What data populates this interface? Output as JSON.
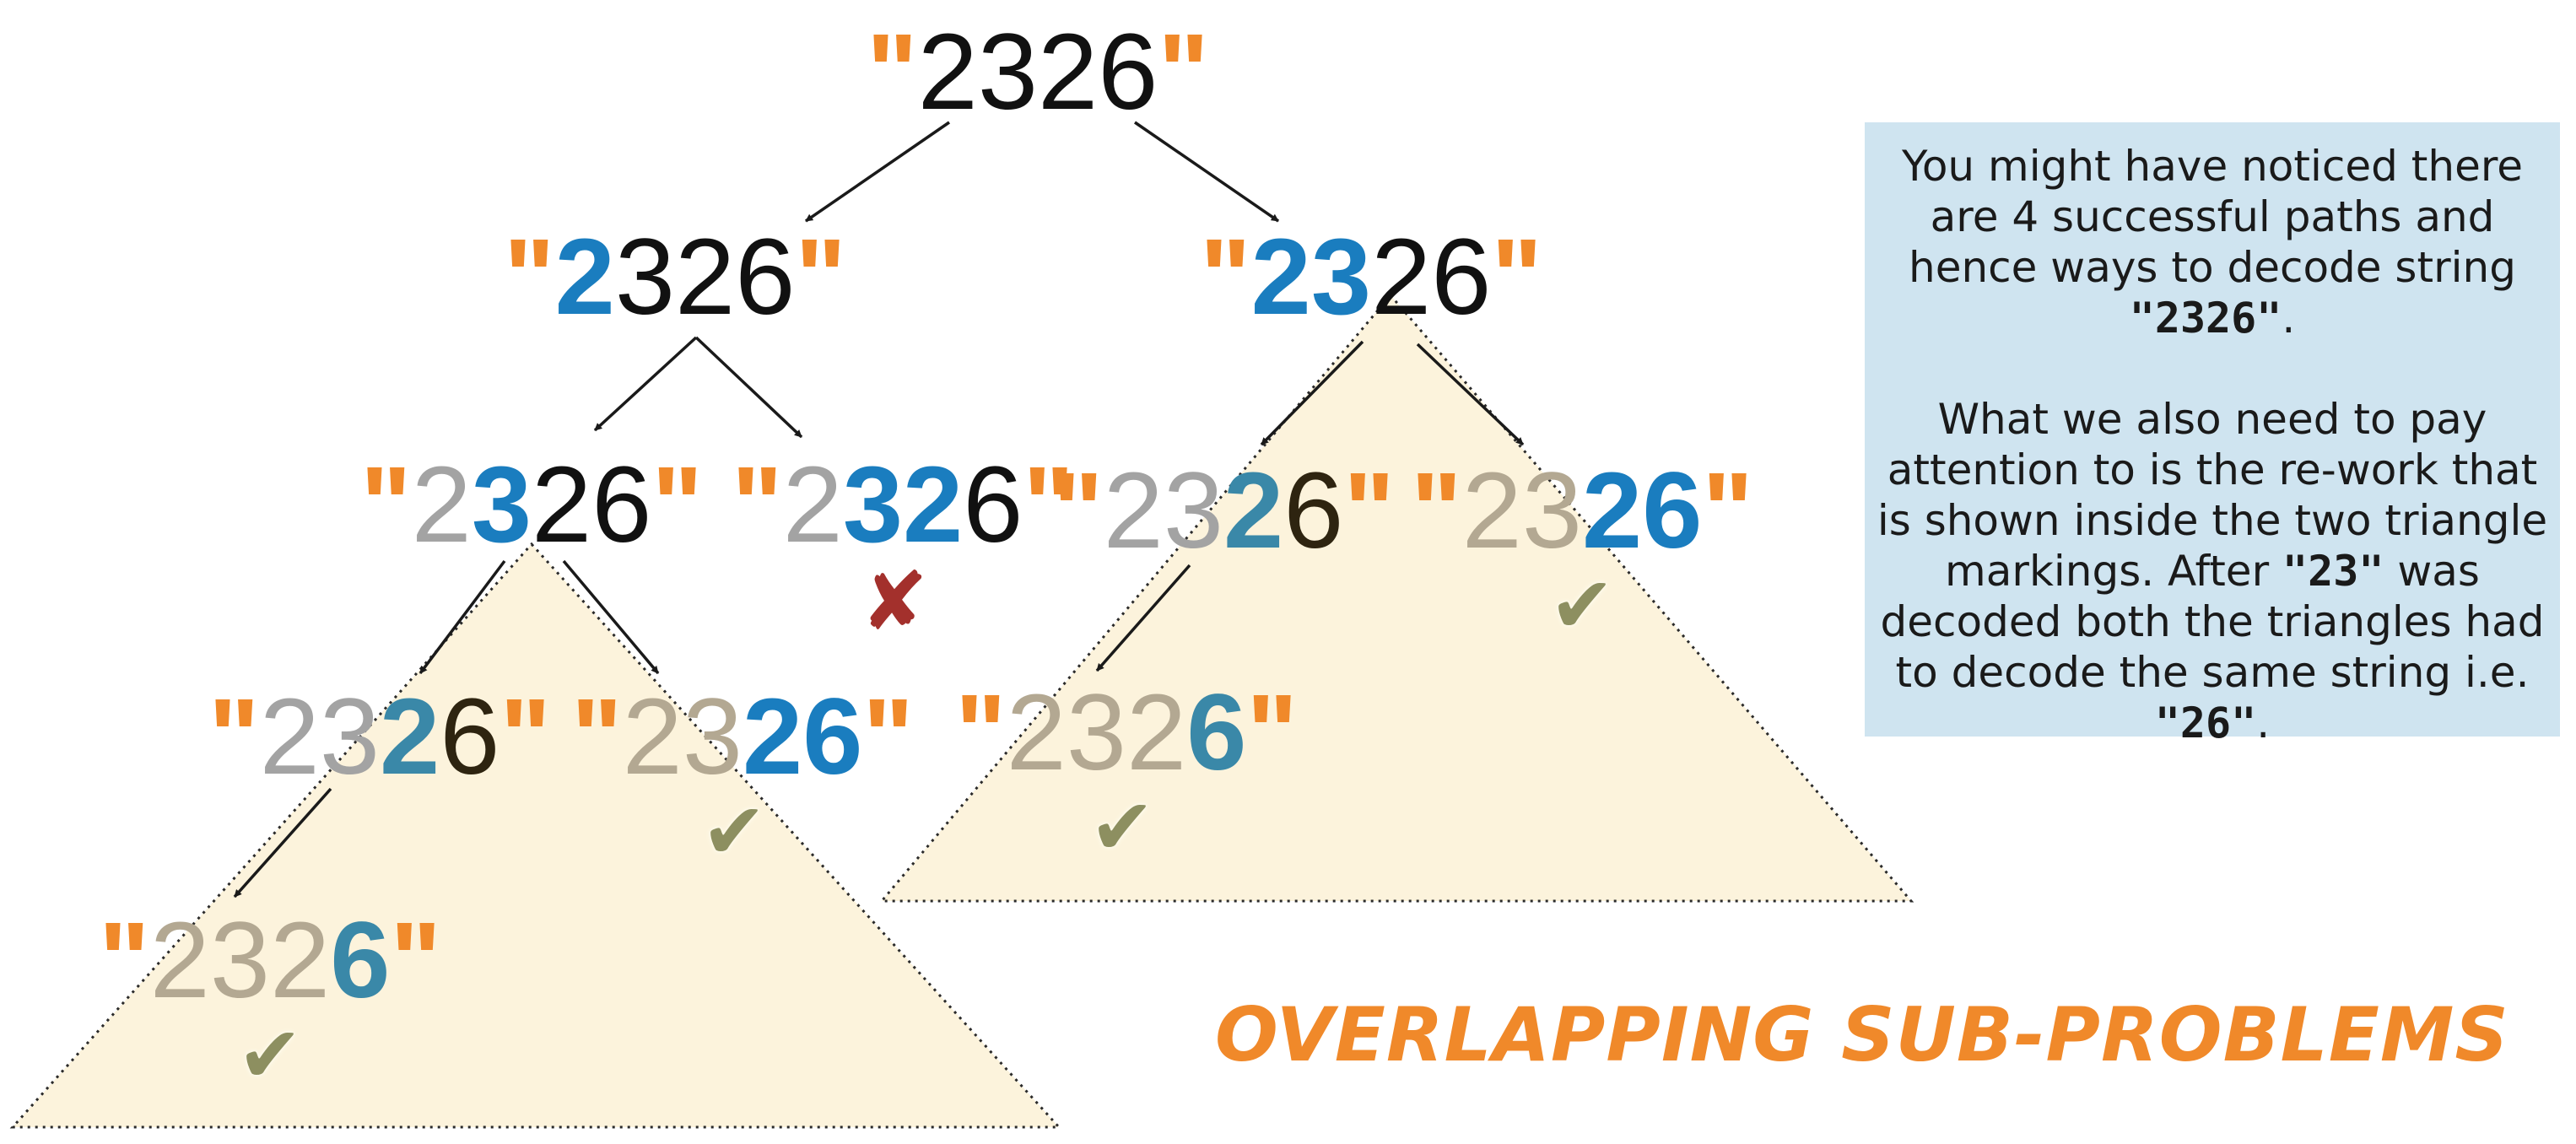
{
  "diagram": {
    "nodes": [
      {
        "id": "root",
        "parts": [
          {
            "t": "\"",
            "c": "q"
          },
          {
            "t": "2326",
            "c": "d-black"
          },
          {
            "t": "\"",
            "c": "q"
          }
        ]
      },
      {
        "id": "l1-left",
        "parts": [
          {
            "t": "\"",
            "c": "q"
          },
          {
            "t": "2",
            "c": "d-blue"
          },
          {
            "t": "326",
            "c": "d-black"
          },
          {
            "t": "\"",
            "c": "q"
          }
        ]
      },
      {
        "id": "l1-right",
        "parts": [
          {
            "t": "\"",
            "c": "q"
          },
          {
            "t": "23",
            "c": "d-blue"
          },
          {
            "t": "26",
            "c": "d-black"
          },
          {
            "t": "\"",
            "c": "q"
          }
        ]
      },
      {
        "id": "l2-a",
        "parts": [
          {
            "t": "\"",
            "c": "q"
          },
          {
            "t": "2",
            "c": "d-grey"
          },
          {
            "t": "3",
            "c": "d-blue"
          },
          {
            "t": "26",
            "c": "d-black"
          },
          {
            "t": "\"",
            "c": "q"
          }
        ]
      },
      {
        "id": "l2-b",
        "parts": [
          {
            "t": "\"",
            "c": "q"
          },
          {
            "t": "2",
            "c": "d-grey"
          },
          {
            "t": "32",
            "c": "d-blue"
          },
          {
            "t": "6",
            "c": "d-black"
          },
          {
            "t": "\"",
            "c": "q"
          }
        ]
      },
      {
        "id": "l2-c",
        "parts": [
          {
            "t": "\"",
            "c": "q"
          },
          {
            "t": "23",
            "c": "d-grey"
          },
          {
            "t": "2",
            "c": "d-teal"
          },
          {
            "t": "6",
            "c": "d-dark"
          },
          {
            "t": "\"",
            "c": "q"
          }
        ]
      },
      {
        "id": "l2-d",
        "parts": [
          {
            "t": "\"",
            "c": "q"
          },
          {
            "t": "23",
            "c": "d-tan"
          },
          {
            "t": "26",
            "c": "d-blue"
          },
          {
            "t": "\"",
            "c": "q"
          }
        ]
      },
      {
        "id": "l3-a",
        "parts": [
          {
            "t": "\"",
            "c": "q"
          },
          {
            "t": "23",
            "c": "d-grey"
          },
          {
            "t": "2",
            "c": "d-teal"
          },
          {
            "t": "6",
            "c": "d-dark"
          },
          {
            "t": "\"",
            "c": "q"
          }
        ]
      },
      {
        "id": "l3-b",
        "parts": [
          {
            "t": "\"",
            "c": "q"
          },
          {
            "t": "23",
            "c": "d-tan"
          },
          {
            "t": "26",
            "c": "d-blue"
          },
          {
            "t": "\"",
            "c": "q"
          }
        ]
      },
      {
        "id": "l3-c",
        "parts": [
          {
            "t": "\"",
            "c": "q"
          },
          {
            "t": "232",
            "c": "d-tan"
          },
          {
            "t": "6",
            "c": "d-teal"
          },
          {
            "t": "\"",
            "c": "q"
          }
        ]
      },
      {
        "id": "l4-a",
        "parts": [
          {
            "t": "\"",
            "c": "q"
          },
          {
            "t": "232",
            "c": "d-tan"
          },
          {
            "t": "6",
            "c": "d-teal"
          },
          {
            "t": "\"",
            "c": "q"
          }
        ]
      }
    ],
    "edges": [
      {
        "from": "root",
        "to": "l1-left"
      },
      {
        "from": "root",
        "to": "l1-right"
      },
      {
        "from": "l1-left",
        "to": "l2-a"
      },
      {
        "from": "l1-left",
        "to": "l2-b"
      },
      {
        "from": "l1-right",
        "to": "l2-c"
      },
      {
        "from": "l1-right",
        "to": "l2-d"
      },
      {
        "from": "l2-a",
        "to": "l3-a"
      },
      {
        "from": "l2-a",
        "to": "l3-b"
      },
      {
        "from": "l2-c",
        "to": "l3-c"
      },
      {
        "from": "l3-a",
        "to": "l4-a"
      }
    ],
    "success_marks": [
      "l2-d",
      "l3-b",
      "l3-c",
      "l4-a"
    ],
    "failure_marks": [
      "l2-b"
    ],
    "triangle_regions": [
      {
        "apex": "l2-a",
        "label": "left-subproblem"
      },
      {
        "apex": "l1-right",
        "label": "right-subproblem"
      }
    ]
  },
  "colors": {
    "quote": "#f0892a",
    "highlight_blue": "#1a7dbf",
    "triangle_fill": "#fcf3dc",
    "info_box_bg": "#cfe4f0",
    "caption": "#f0892a",
    "check": "#8d8f60",
    "cross": "#a3302c"
  },
  "info_box": {
    "p1": "You might have noticed there are 4 successful paths and hence ways to decode string ",
    "p1_code": "\"2326\"",
    "p1_end": ".",
    "p2a": "What we also need to pay attention to is the re-work that is shown inside the two triangle markings. After ",
    "p2_code1": "\"23\"",
    "p2b": " was decoded both the triangles had to decode the same string i.e. ",
    "p2_code2": "\"26\"",
    "p2_end": "."
  },
  "caption": "OVERLAPPING SUB-PROBLEMS",
  "icons": {
    "check": "check-mark-icon",
    "cross": "cross-mark-icon"
  }
}
